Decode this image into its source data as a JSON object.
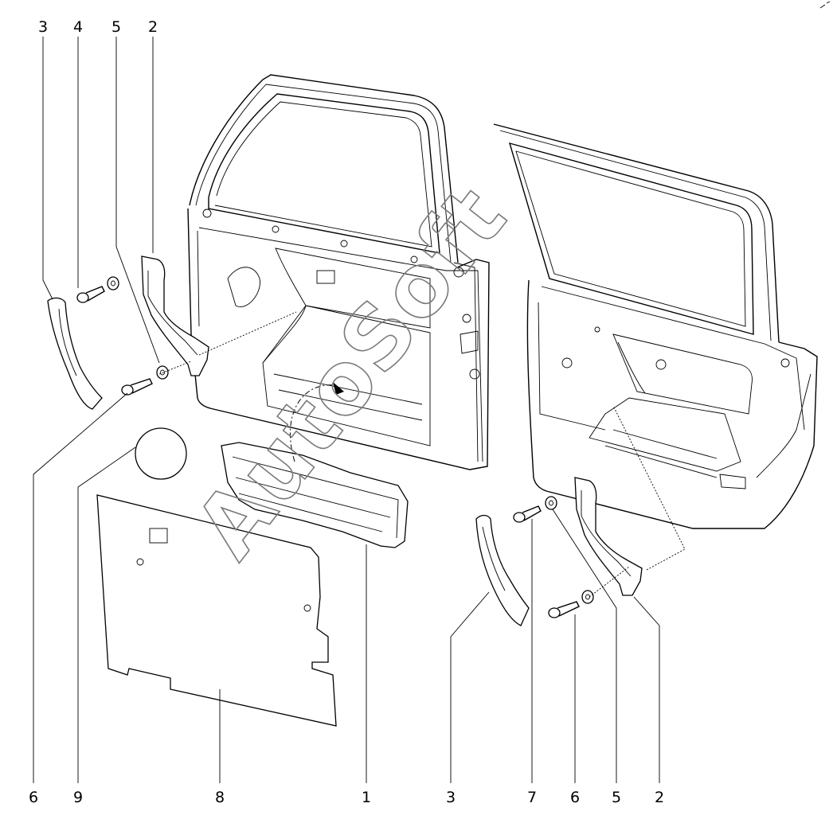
{
  "watermark": "AutoSoft",
  "callouts": {
    "top_left": [
      "3",
      "4",
      "5",
      "2"
    ],
    "bottom": [
      "6",
      "9",
      "8",
      "1",
      "3",
      "7",
      "6",
      "5",
      "2"
    ]
  }
}
